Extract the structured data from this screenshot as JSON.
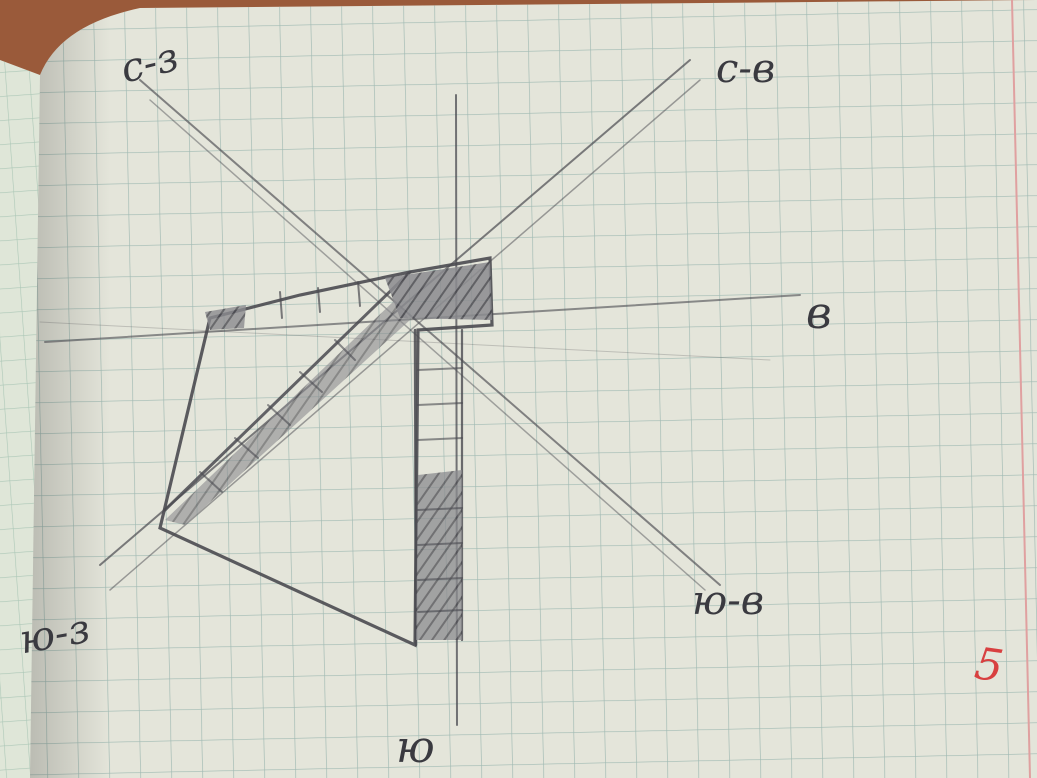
{
  "labels": {
    "nw": "с-з",
    "ne": "с-в",
    "e": "в",
    "se": "ю-в",
    "sw": "ю-з",
    "s": "ю"
  },
  "grade": "5",
  "colors": {
    "paper": "#e4e5da",
    "grid": "#9fb9b2",
    "pencil": "#4a4a50",
    "red_ink": "#d84040",
    "desk": "#9a5a3a"
  }
}
